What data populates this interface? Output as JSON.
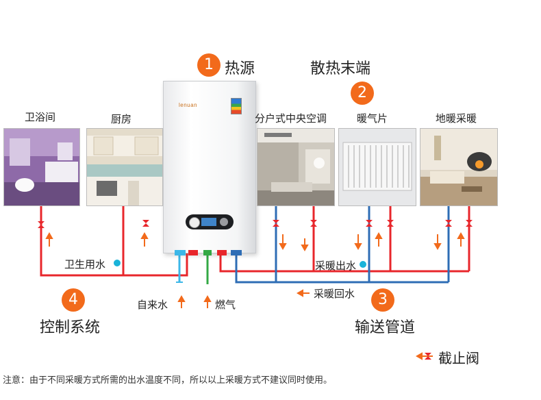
{
  "sections": {
    "heat_source": {
      "number": "1",
      "label": "热源"
    },
    "heat_terminal": {
      "number": "2",
      "label": "散热末端"
    },
    "pipeline": {
      "number": "3",
      "label": "输送管道"
    },
    "control": {
      "number": "4",
      "label": "控制系统"
    }
  },
  "rooms": [
    {
      "label": "卫浴间"
    },
    {
      "label": "厨房"
    },
    {
      "label": "分户式中央空调"
    },
    {
      "label": "暖气片"
    },
    {
      "label": "地暖采暖"
    }
  ],
  "boiler": {
    "brand": "lenuan"
  },
  "flows": {
    "domestic_water": "卫生用水",
    "tap_water": "自来水",
    "gas": "燃气",
    "heating_out": "采暖出水",
    "heating_return": "采暖回水"
  },
  "legend": {
    "valve": "截止阀"
  },
  "note": "注意：由于不同采暖方式所需的出水温度不同，所以以上采暖方式不建议同时使用。",
  "colors": {
    "accent": "#f26a1b",
    "hot_pipe": "#e8262b",
    "return_pipe": "#2e6db5",
    "tap_pipe": "#3cb7e8",
    "gas_pipe": "#33a844",
    "dot": "#1ab3d9"
  }
}
